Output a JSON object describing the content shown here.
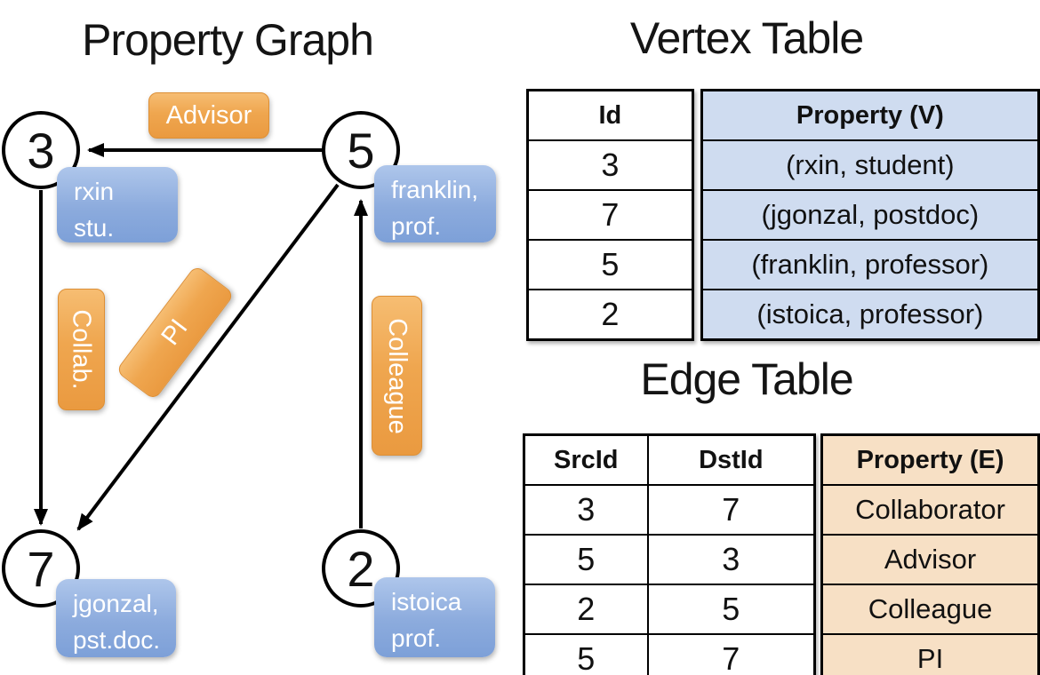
{
  "slide": {
    "graph_title": "Property Graph",
    "vertex_table_title": "Vertex Table",
    "edge_table_title": "Edge Table"
  },
  "graph": {
    "nodes": [
      {
        "id": "3",
        "property_lines": [
          "rxin",
          "stu."
        ]
      },
      {
        "id": "5",
        "property_lines": [
          "franklin,",
          "prof."
        ]
      },
      {
        "id": "7",
        "property_lines": [
          "jgonzal,",
          "pst.doc."
        ]
      },
      {
        "id": "2",
        "property_lines": [
          "istoica",
          "prof."
        ]
      }
    ],
    "edge_labels": {
      "advisor": "Advisor",
      "collab": "Collab.",
      "pi": "PI",
      "colleague": "Colleague"
    },
    "edges": [
      {
        "src": "5",
        "dst": "3",
        "label": "Advisor"
      },
      {
        "src": "3",
        "dst": "7",
        "label": "Collab."
      },
      {
        "src": "5",
        "dst": "7",
        "label": "PI"
      },
      {
        "src": "2",
        "dst": "5",
        "label": "Colleague"
      }
    ]
  },
  "vertex_table": {
    "columns": {
      "id": "Id",
      "property": "Property (V)"
    },
    "rows": [
      {
        "id": "3",
        "property": "(rxin, student)"
      },
      {
        "id": "7",
        "property": "(jgonzal, postdoc)"
      },
      {
        "id": "5",
        "property": "(franklin, professor)"
      },
      {
        "id": "2",
        "property": "(istoica, professor)"
      }
    ]
  },
  "edge_table": {
    "columns": {
      "src": "SrcId",
      "dst": "DstId",
      "property": "Property (E)"
    },
    "rows": [
      {
        "src": "3",
        "dst": "7",
        "property": "Collaborator"
      },
      {
        "src": "5",
        "dst": "3",
        "property": "Advisor"
      },
      {
        "src": "2",
        "dst": "5",
        "property": "Colleague"
      },
      {
        "src": "5",
        "dst": "7",
        "property": "PI"
      }
    ]
  },
  "colors": {
    "edge_label_orange_top": "#f6bd72",
    "edge_label_orange_bottom": "#ea9a40",
    "vertex_box_blue_top": "#aec6eb",
    "vertex_box_blue_bottom": "#7da0d8",
    "vertex_property_cell": "#cfdcf0",
    "edge_property_cell": "#f7e0c5",
    "edge_line": "#000000"
  }
}
